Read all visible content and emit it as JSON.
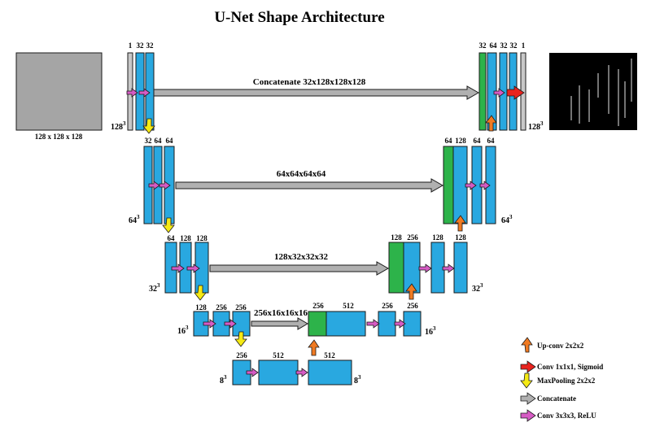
{
  "title": "U-Net Shape Architecture",
  "input_label": "128 x 128 x 128",
  "concat_labels": [
    "Concatenate 32x128x128x128",
    "64x64x64x64",
    "128x32x32x32",
    "256x16x16x16"
  ],
  "channels": {
    "enc1": [
      "1",
      "32",
      "32"
    ],
    "enc2": [
      "32",
      "64",
      "64"
    ],
    "enc3": [
      "64",
      "128",
      "128"
    ],
    "enc4": [
      "128",
      "256",
      "256"
    ],
    "bott": [
      "256",
      "512",
      "512"
    ],
    "dec4": [
      "256",
      "512",
      "256",
      "256"
    ],
    "dec3": [
      "128",
      "256",
      "128",
      "128"
    ],
    "dec2": [
      "64",
      "128",
      "64",
      "64"
    ],
    "dec1": [
      "32",
      "64",
      "32",
      "32",
      "1"
    ]
  },
  "sizes": {
    "l1": {
      "base": "128",
      "exp": "3"
    },
    "l2": {
      "base": "64",
      "exp": "3"
    },
    "l3": {
      "base": "32",
      "exp": "3"
    },
    "l4": {
      "base": "16",
      "exp": "3"
    },
    "l5": {
      "base": "8",
      "exp": "3"
    }
  },
  "legend": [
    {
      "label": "Up-conv 2x2x2",
      "color": "#f07a22"
    },
    {
      "label": "Conv 1x1x1, Sigmoid",
      "color": "#e8231e"
    },
    {
      "label": "MaxPooling 2x2x2",
      "color": "#f5ea14"
    },
    {
      "label": "Concatenate",
      "color": "#b0b0b0"
    },
    {
      "label": "Conv 3x3x3, ReLU",
      "color": "#d65bc4"
    }
  ],
  "colors": {
    "feature_map": "#29a8e0",
    "concat_block": "#2db34a",
    "input_image": "#a5a5a5",
    "output_image": "#000000"
  },
  "icons": {
    "input": "gray-volume-icon",
    "output": "segmentation-output-icon"
  }
}
